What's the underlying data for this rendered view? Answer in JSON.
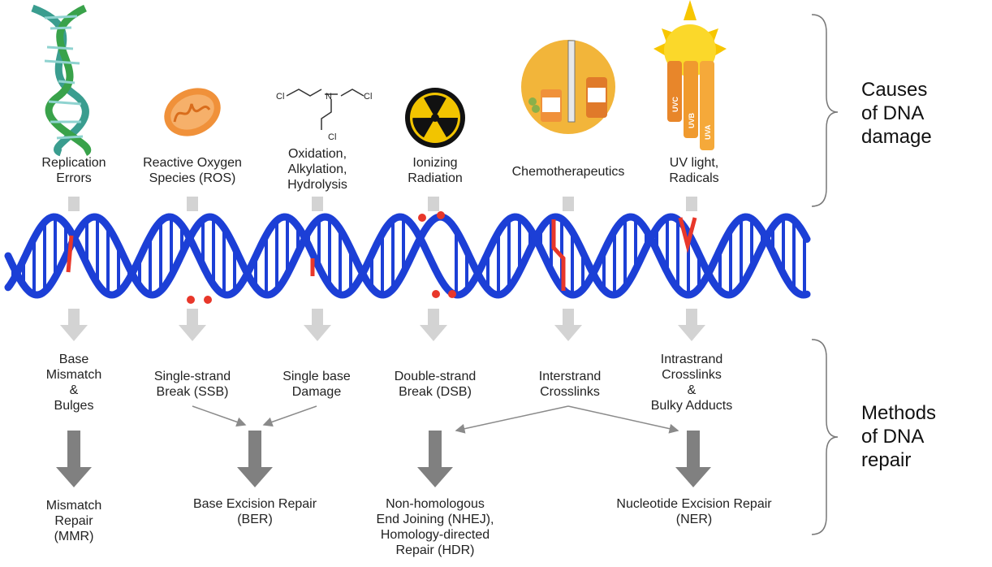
{
  "causes": [
    {
      "label": "Replication\nErrors",
      "icon": "dna-helix-icon"
    },
    {
      "label": "Reactive Oxygen\nSpecies (ROS)",
      "icon": "mitochondrion-icon"
    },
    {
      "label": "Oxidation,\nAlkylation,\nHydrolysis",
      "icon": "mustard-molecule-icon"
    },
    {
      "label": "Ionizing\nRadiation",
      "icon": "radiation-icon"
    },
    {
      "label": "Chemotherapeutics",
      "icon": "drugs-icon"
    },
    {
      "label": "UV light,\nRadicals",
      "icon": "sun-icon"
    }
  ],
  "molecule_atoms": {
    "cl1": "Cl",
    "cl2": "Cl",
    "cl3": "Cl",
    "n": "N"
  },
  "uv_bands": [
    "UVC",
    "UVB",
    "UVA"
  ],
  "damage_types": [
    {
      "label": "Base\nMismatch\n&\nBulges"
    },
    {
      "label": "Single-strand\nBreak (SSB)"
    },
    {
      "label": "Single base\nDamage"
    },
    {
      "label": "Double-strand\nBreak (DSB)"
    },
    {
      "label": "Interstrand\nCrosslinks"
    },
    {
      "label": "Intrastrand\nCrosslinks\n&\nBulky Adducts"
    }
  ],
  "repair_methods": [
    {
      "label": "Mismatch\nRepair\n(MMR)"
    },
    {
      "label": "Base Excision Repair\n(BER)"
    },
    {
      "label": "Non-homologous\nEnd Joining (NHEJ),\nHomology-directed\nRepair (HDR)"
    },
    {
      "label": "Nucleotide Excision Repair\n(NER)"
    }
  ],
  "side_labels": {
    "causes": "Causes\nof DNA\ndamage",
    "methods": "Methods\nof DNA\nrepair"
  },
  "colors": {
    "dna": "#1c3fd6",
    "damage": "#e8372a",
    "arrow_light": "#d3d3d3",
    "arrow_dark": "#808080",
    "bracket": "#777777"
  }
}
